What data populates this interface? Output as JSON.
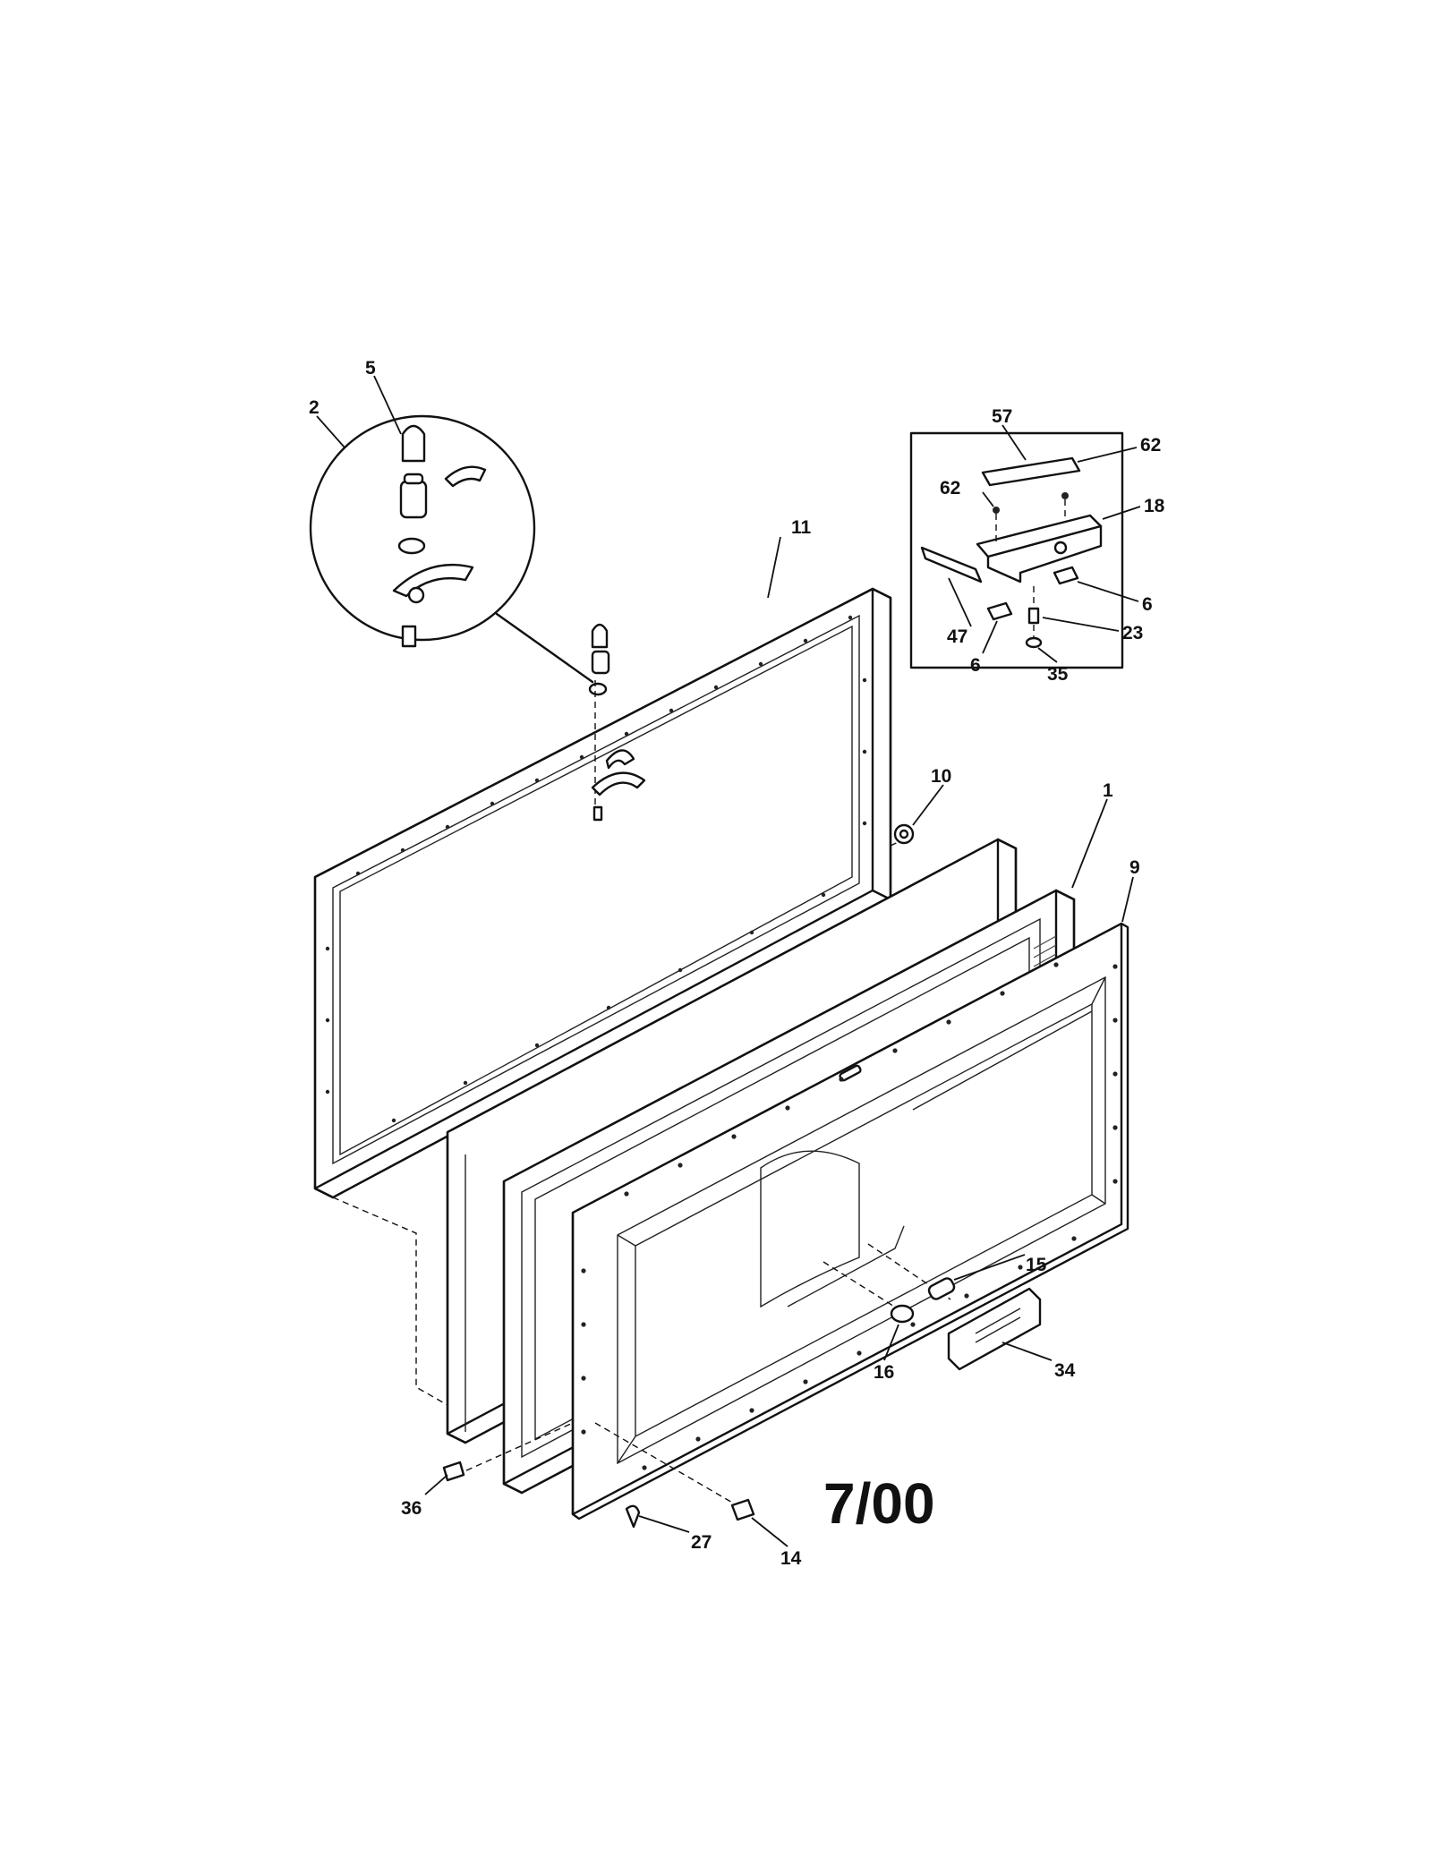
{
  "diagram": {
    "date_stamp": "7/00",
    "callouts": {
      "c1": "1",
      "c2": "2",
      "c5": "5",
      "c6a": "6",
      "c6b": "6",
      "c9": "9",
      "c10": "10",
      "c11": "11",
      "c14": "14",
      "c15": "15",
      "c16": "16",
      "c18": "18",
      "c23": "23",
      "c27": "27",
      "c34": "34",
      "c35": "35",
      "c36": "36",
      "c47": "47",
      "c57": "57",
      "c62a": "62",
      "c62b": "62"
    }
  }
}
